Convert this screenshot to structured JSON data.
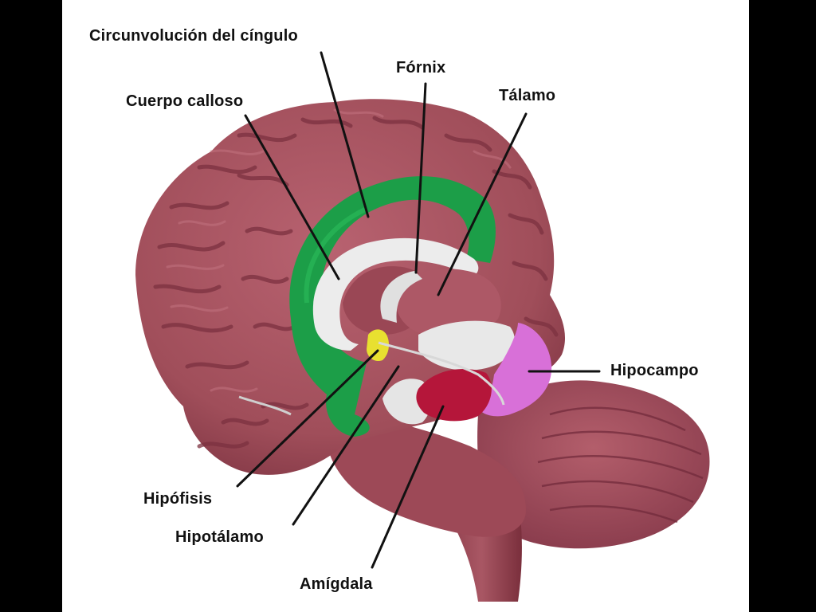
{
  "colors": {
    "background": "#000000",
    "panel": "#ffffff",
    "cortex": "#a04e5a",
    "cortex_light": "#b8636f",
    "cortex_dark": "#7a2f3c",
    "cingulate": "#1c9e48",
    "callosum": "#ececec",
    "hypophysis": "#e8e030",
    "amygdala": "#b5163a",
    "hippocampus": "#d870d8",
    "leader_line": "#111111"
  },
  "labels": {
    "cingulate_gyrus": "Circunvolución del cíngulo",
    "fornix": "Fórnix",
    "corpus_callosum": "Cuerpo calloso",
    "thalamus": "Tálamo",
    "hippocampus": "Hipocampo",
    "hypophysis": "Hipófisis",
    "hypothalamus": "Hipotálamo",
    "amygdala": "Amígdala"
  }
}
